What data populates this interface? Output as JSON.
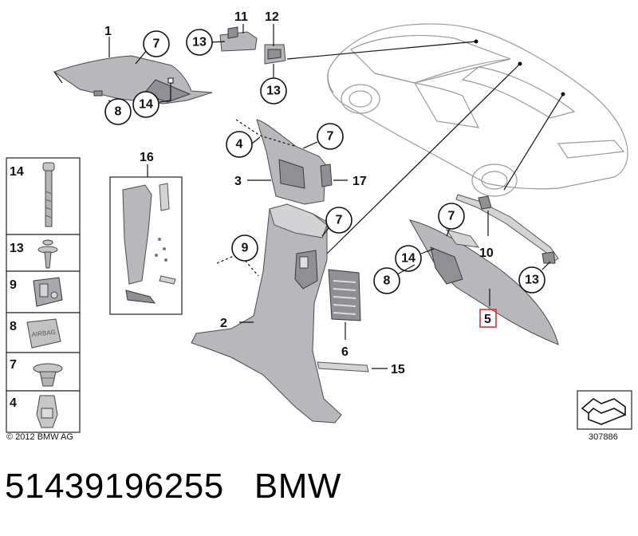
{
  "labels": {
    "p1": "1",
    "p2": "2",
    "p3": "3",
    "p4": "4",
    "p5": "5",
    "p6": "6",
    "p7": "7",
    "p8": "8",
    "p9": "9",
    "p10": "10",
    "p11": "11",
    "p12": "12",
    "p13": "13",
    "p14": "14",
    "p15": "15",
    "p16": "16",
    "p17": "17"
  },
  "legend": [
    "14",
    "13",
    "9",
    "8",
    "7",
    "4"
  ],
  "legend_text_8": "AIRBAG",
  "highlight_color": "#e03030",
  "copyright": "© 2012 BMW AG",
  "reference_number": "307886",
  "part_number": "51439196255",
  "brand": "BMW"
}
